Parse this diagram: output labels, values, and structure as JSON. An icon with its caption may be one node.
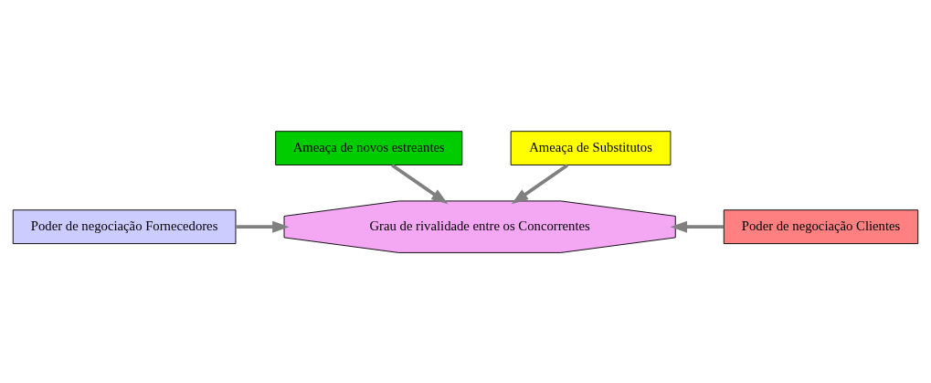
{
  "diagram": {
    "nodes": [
      {
        "text": [
          "Ameaça de novos estreantes"
        ]
      },
      {
        "text": [
          "Poder de negociação Fornecedores"
        ]
      },
      {
        "text": [
          "Grau de rivalidade entre os Concorrentes"
        ]
      },
      {
        "text": [
          "Poder de negociação Clientes"
        ]
      },
      {
        "text": [
          "Ameaça de Substitutos"
        ]
      }
    ],
    "edges": [
      {
        "from": 0,
        "to": 2,
        "arrow": "to"
      },
      {
        "from": 1,
        "to": 2,
        "arrow": "to"
      },
      {
        "from": 3,
        "to": 2,
        "arrow": "to"
      },
      {
        "from": 4,
        "to": 2,
        "arrow": "to"
      }
    ]
  }
}
